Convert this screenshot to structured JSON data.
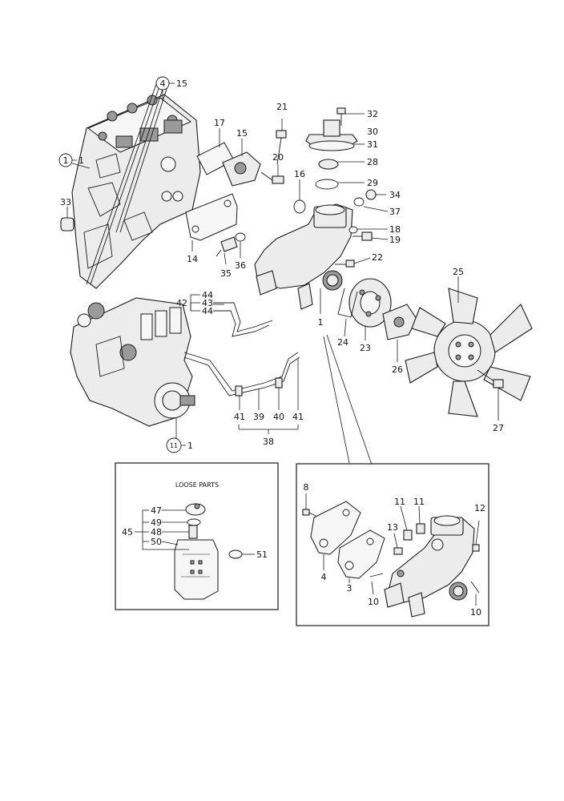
{
  "loose_parts_title": "LOOSE PARTS",
  "callouts": {
    "c4_15": "4",
    "c4_15_suffix": "15",
    "c1_1": "1",
    "c1_1_suffix": "1",
    "c11_1": "11",
    "c11_1_suffix": "1",
    "c33": "33",
    "c17": "17",
    "c15": "15",
    "c21": "21",
    "c20": "20",
    "c16": "16",
    "c14": "14",
    "c35": "35",
    "c36": "36",
    "c32": "32",
    "c30": "30",
    "c31": "31",
    "c28": "28",
    "c29": "29",
    "c34": "34",
    "c37": "37",
    "c18": "18",
    "c19": "19",
    "c22": "22",
    "c1": "1",
    "c24": "24",
    "c23": "23",
    "c25": "25",
    "c26": "26",
    "c27": "27",
    "c42": "42",
    "c44a": "44",
    "c43": "43",
    "c44b": "44",
    "c41a": "41",
    "c39": "39",
    "c40": "40",
    "c41b": "41",
    "c38": "38",
    "c47": "47",
    "c49": "49",
    "c48": "48",
    "c50": "50",
    "c45": "45",
    "c51": "51",
    "d8": "8",
    "d11a": "11",
    "d11b": "11",
    "d12": "12",
    "d13": "13",
    "d4": "4",
    "d3": "3",
    "d10a": "10",
    "d10b": "10"
  }
}
